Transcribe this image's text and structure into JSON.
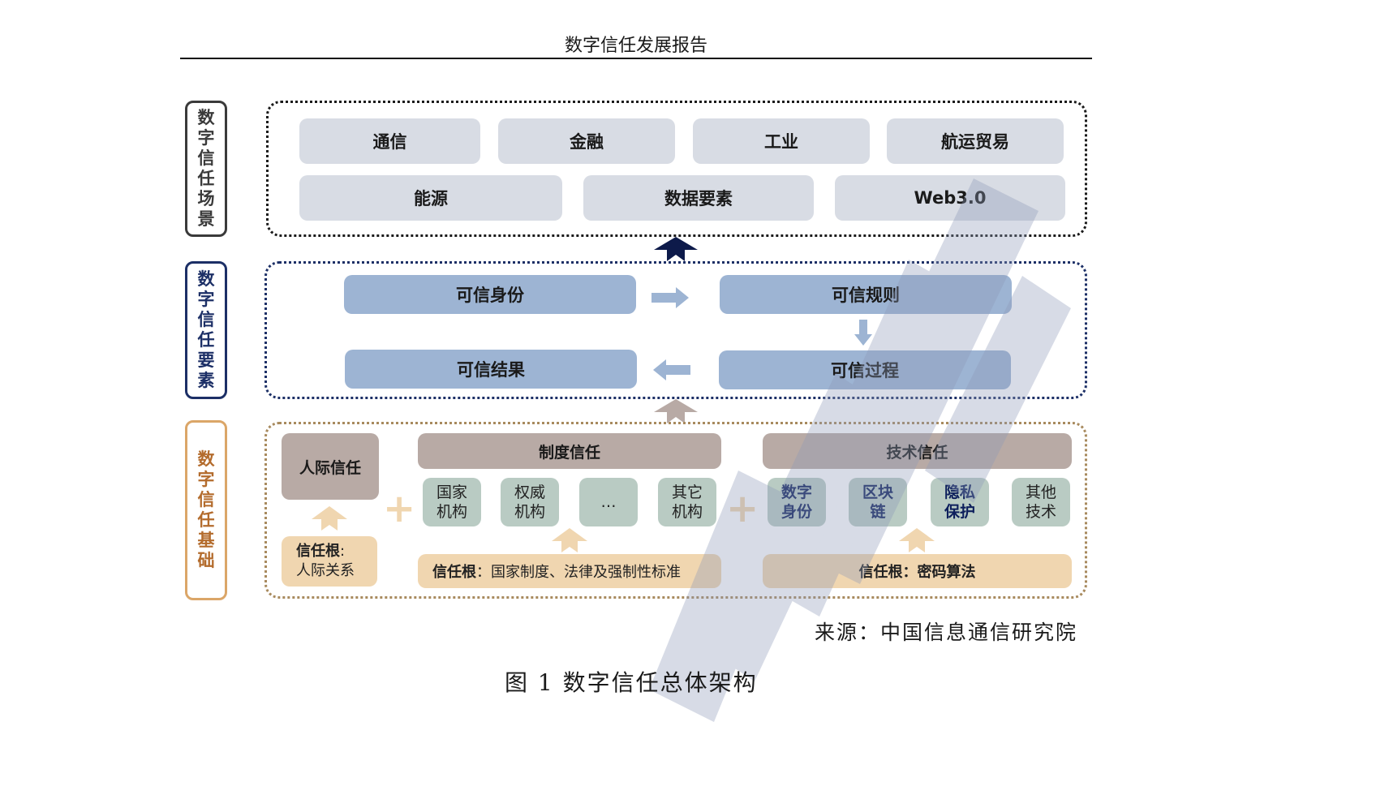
{
  "header": {
    "title": "数字信任发展报告"
  },
  "layers": {
    "scenes": {
      "label": "数字信任场景",
      "color": "#3a3a3a",
      "row1": [
        "通信",
        "金融",
        "工业",
        "航运贸易"
      ],
      "row2": [
        "能源",
        "数据要素",
        "Web3.0"
      ]
    },
    "elements": {
      "label": "数字信任要素",
      "color": "#1c2f66",
      "items": {
        "identity": "可信身份",
        "rules": "可信规则",
        "process": "可信过程",
        "result": "可信结果"
      }
    },
    "foundation": {
      "label": "数字信任基础",
      "color": "#b36b2c",
      "interpersonal": {
        "title": "人际信任",
        "root_label": "信任根",
        "root_value": "人际关系"
      },
      "institutional": {
        "title": "制度信任",
        "items": [
          "国家机构",
          "权威机构",
          "…",
          "其它机构"
        ],
        "root_label": "信任根",
        "root_value": "国家制度、法律及强制性标准"
      },
      "technical": {
        "title": "技术信任",
        "items": [
          "数字身份",
          "区块链",
          "隐私保护",
          "其他技术"
        ],
        "root_label": "信任根",
        "root_value": "密码算法"
      },
      "plus_sign": "+"
    }
  },
  "source": "来源：中国信息通信研究院",
  "caption": "图 1  数字信任总体架构",
  "colors": {
    "scene_tile": "#d8dce4",
    "element_tile": "#9db4d3",
    "trust_bar": "#b8aaa5",
    "sub_tile": "#b9cbc3",
    "root_tile": "#f0d6b0",
    "arrow_dark": "#0d1a4a",
    "arrow_taupe": "#b8aaa5",
    "arrow_light_blue": "#9db4d3",
    "arrow_sand": "#f0d6b0"
  }
}
